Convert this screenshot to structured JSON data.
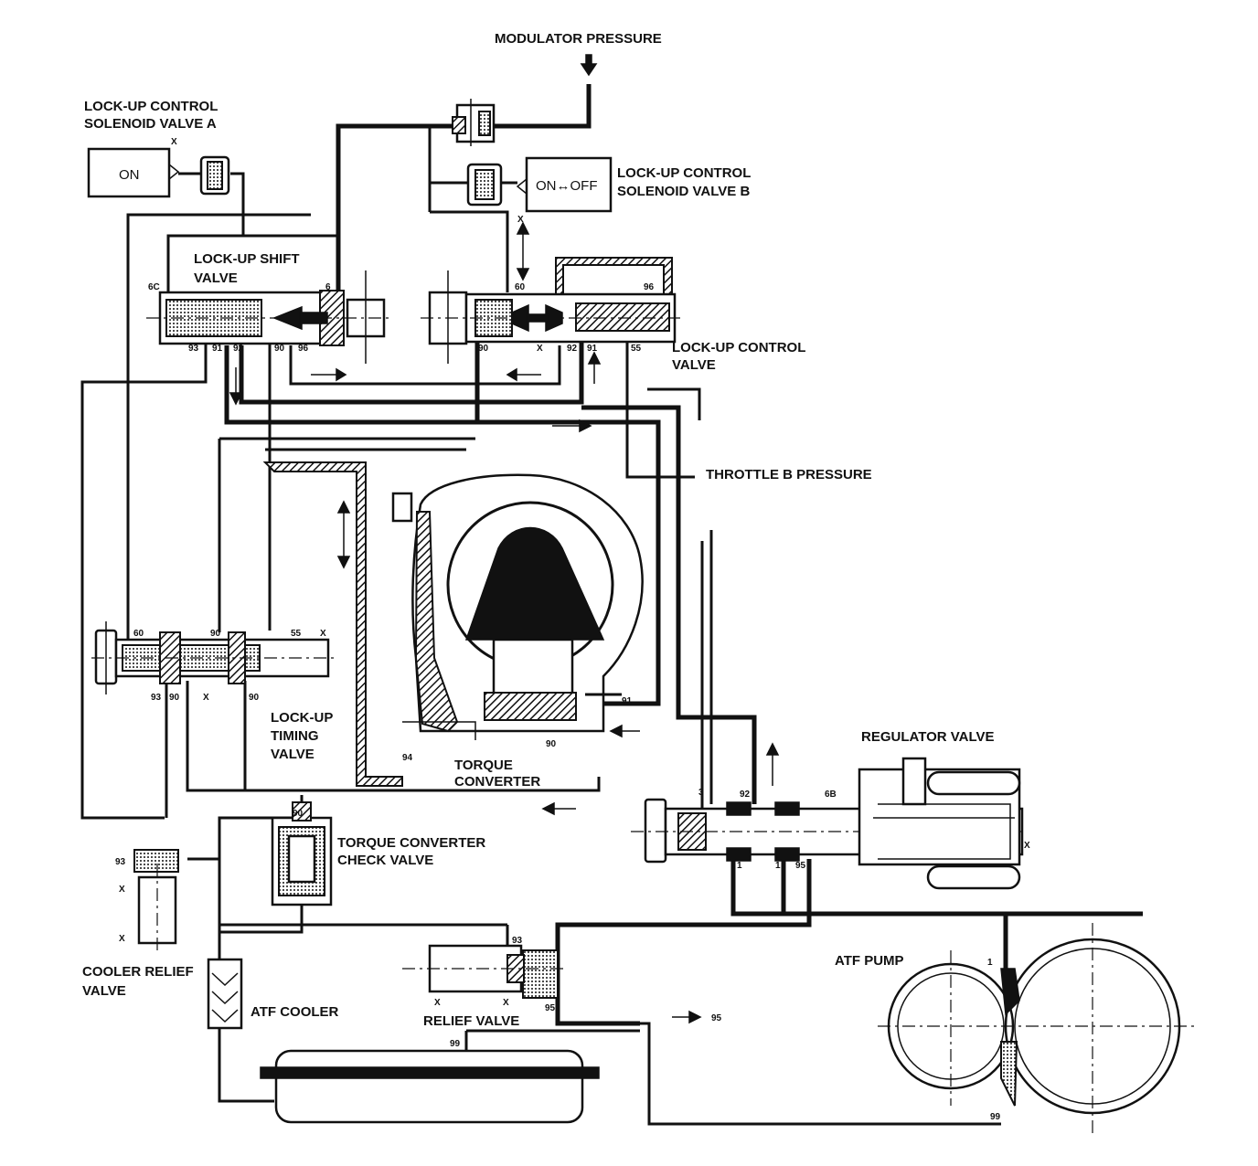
{
  "labels": {
    "modulator_pressure": "MODULATOR PRESSURE",
    "solenoid_a_line1": "LOCK-UP CONTROL",
    "solenoid_a_line2": "SOLENOID VALVE A",
    "solenoid_a_state": "ON",
    "solenoid_b_state": "ON↔OFF",
    "solenoid_b_line1": "LOCK-UP CONTROL",
    "solenoid_b_line2": "SOLENOID VALVE B",
    "lockup_shift_line1": "LOCK-UP SHIFT",
    "lockup_shift_line2": "VALVE",
    "lockup_control_line1": "LOCK-UP CONTROL",
    "lockup_control_line2": "VALVE",
    "throttle_b": "THROTTLE B PRESSURE",
    "timing_line1": "LOCK-UP",
    "timing_line2": "TIMING",
    "timing_line3": "VALVE",
    "torque_converter_line1": "TORQUE",
    "torque_converter_line2": "CONVERTER",
    "regulator_valve": "REGULATOR VALVE",
    "tc_check_line1": "TORQUE CONVERTER",
    "tc_check_line2": "CHECK VALVE",
    "cooler_relief_line1": "COOLER RELIEF",
    "cooler_relief_line2": "VALVE",
    "atf_cooler": "ATF COOLER",
    "relief_valve": "RELIEF VALVE",
    "atf_pump": "ATF PUMP",
    "to_95": "95"
  },
  "ports": {
    "p_x_top": "X",
    "p_6c": "6C",
    "p_6": "6",
    "p_60a": "60",
    "p_96": "96",
    "p_x_b": "X",
    "p_93a": "93",
    "p_91a": "91",
    "p_92a": "92",
    "p_90a": "90",
    "p_96a": "96",
    "p_90b": "90",
    "p_x_c": "X",
    "p_92b": "92",
    "p_91b": "91",
    "p_55a": "55",
    "p_60b": "60",
    "p_90c": "90",
    "p_55b": "55",
    "p_x_d": "X",
    "p_93b": "93",
    "p_90d": "90",
    "p_x_e": "X",
    "p_90e": "90",
    "p_91c": "91",
    "p_94": "94",
    "p_90f": "90",
    "p_3": "3",
    "p_92c": "92",
    "p_6b": "6B",
    "p_1a": "1",
    "p_1b": "1",
    "p_95a": "95",
    "p_x_f": "X",
    "p_90g": "90",
    "p_93c": "93",
    "p_x_g": "X",
    "p_x_h": "X",
    "p_93d": "93",
    "p_x_i": "X",
    "p_x_j": "X",
    "p_95b": "95",
    "p_99a": "99",
    "p_1c": "1",
    "p_99b": "99"
  }
}
